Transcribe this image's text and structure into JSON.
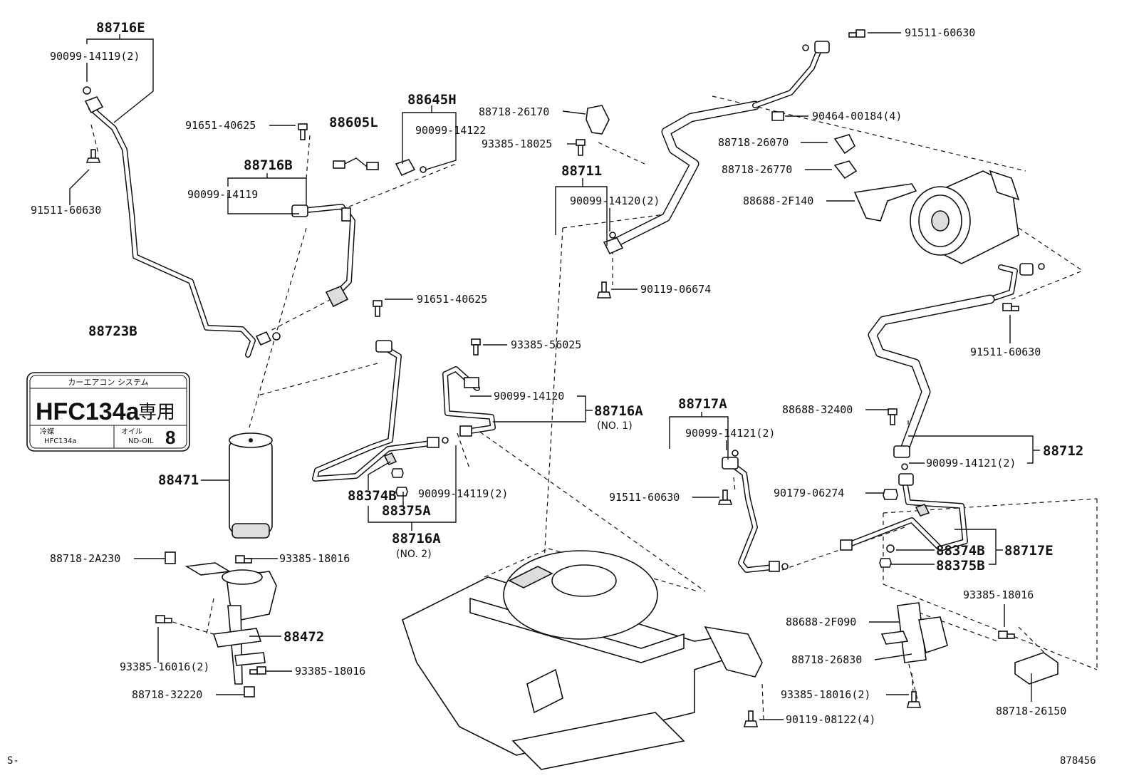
{
  "parts": {
    "p88716E": "88716E",
    "p90099_14119_2_top": "90099-14119(2)",
    "p91511_60630_left": "91511-60630",
    "p91651_40625_a": "91651-40625",
    "p88716B": "88716B",
    "p90099_14119": "90099-14119",
    "p88605L": "88605L",
    "p88645H": "88645H",
    "p90099_14122": "90099-14122",
    "p88718_26170": "88718-26170",
    "p93385_18025": "93385-18025",
    "p88711": "88711",
    "p90099_14120_2": "90099-14120(2)",
    "p90119_06674": "90119-06674",
    "p91511_60630_top": "91511-60630",
    "p90464_00184_4": "90464-00184(4)",
    "p88718_26070": "88718-26070",
    "p88718_26770": "88718-26770",
    "p88688_2F140": "88688-2F140",
    "p91511_60630_right": "91511-60630",
    "p88723B": "88723B",
    "p91651_40625_b": "91651-40625",
    "p93385_56025": "93385-56025",
    "p90099_14120": "90099-14120",
    "p88716A_1": "88716A",
    "p88716A_1_note": "(NO. 1)",
    "p88471": "88471",
    "p88374B_a": "88374B",
    "p88375A": "88375A",
    "p90099_14119_2_mid": "90099-14119(2)",
    "p88716A_2": "88716A",
    "p88716A_2_note": "(NO. 2)",
    "p88717A": "88717A",
    "p90099_14121_2_a": "90099-14121(2)",
    "p91511_60630_mid": "91511-60630",
    "p88688_32400": "88688-32400",
    "p88712": "88712",
    "p90099_14121_2_b": "90099-14121(2)",
    "p90179_06274": "90179-06274",
    "p88374B_b": "88374B",
    "p88375B": "88375B",
    "p88717E": "88717E",
    "p88718_2A230": "88718-2A230",
    "p93385_18016_a": "93385-18016",
    "p88472": "88472",
    "p93385_16016_2": "93385-16016(2)",
    "p93385_18016_b": "93385-18016",
    "p88718_32220": "88718-32220",
    "p93385_18016_right": "93385-18016",
    "p88688_2F090": "88688-2F090",
    "p88718_26830": "88718-26830",
    "p93385_18016_2": "93385-18016(2)",
    "p90119_08122_4": "90119-08122(4)",
    "p88718_26150": "88718-26150"
  },
  "label_plate": {
    "title": "カーエアコン システム",
    "big_text": "HFC134a",
    "big_suffix": "専用",
    "coolant_label": "冷媒",
    "coolant_value": "HFC134a",
    "oil_label": "オイル",
    "oil_value": "ND-OIL",
    "oil_number": "8"
  },
  "corner": {
    "left": "S-",
    "right": "878456"
  }
}
